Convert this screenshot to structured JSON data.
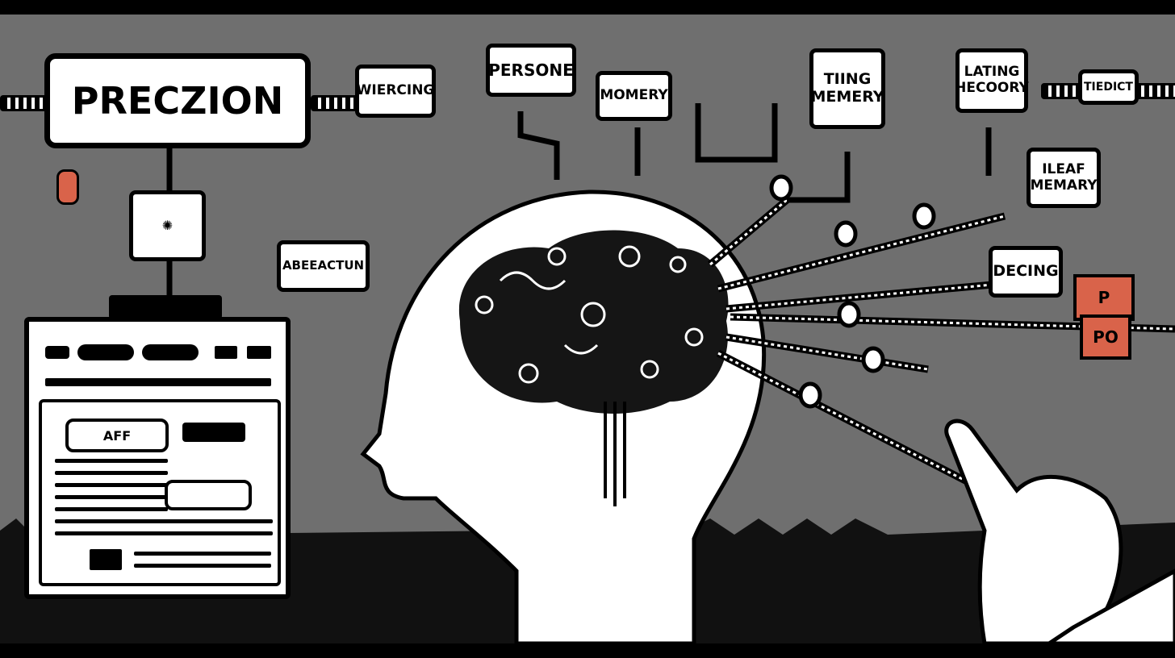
{
  "title_sign": "PRECZION",
  "nodes": {
    "wiercing": "WIERCING",
    "persone": "PERSONE",
    "momery": "MOMERY",
    "ting_memery": "TIING MEMERY",
    "lating_hecoory": "LATING HECOORY",
    "tiedict": "TIEDICT",
    "ileaf_memary": "ILEAF MEMARY",
    "abeeactun": "ABEEACTUN",
    "decing": "DECING"
  },
  "browser": {
    "field_label": "AFF"
  },
  "orange_blocks": [
    "P",
    "PO"
  ],
  "colors": {
    "background": "#6f6f6f",
    "accent": "#d9634a",
    "ink": "#000000",
    "paper": "#ffffff"
  }
}
